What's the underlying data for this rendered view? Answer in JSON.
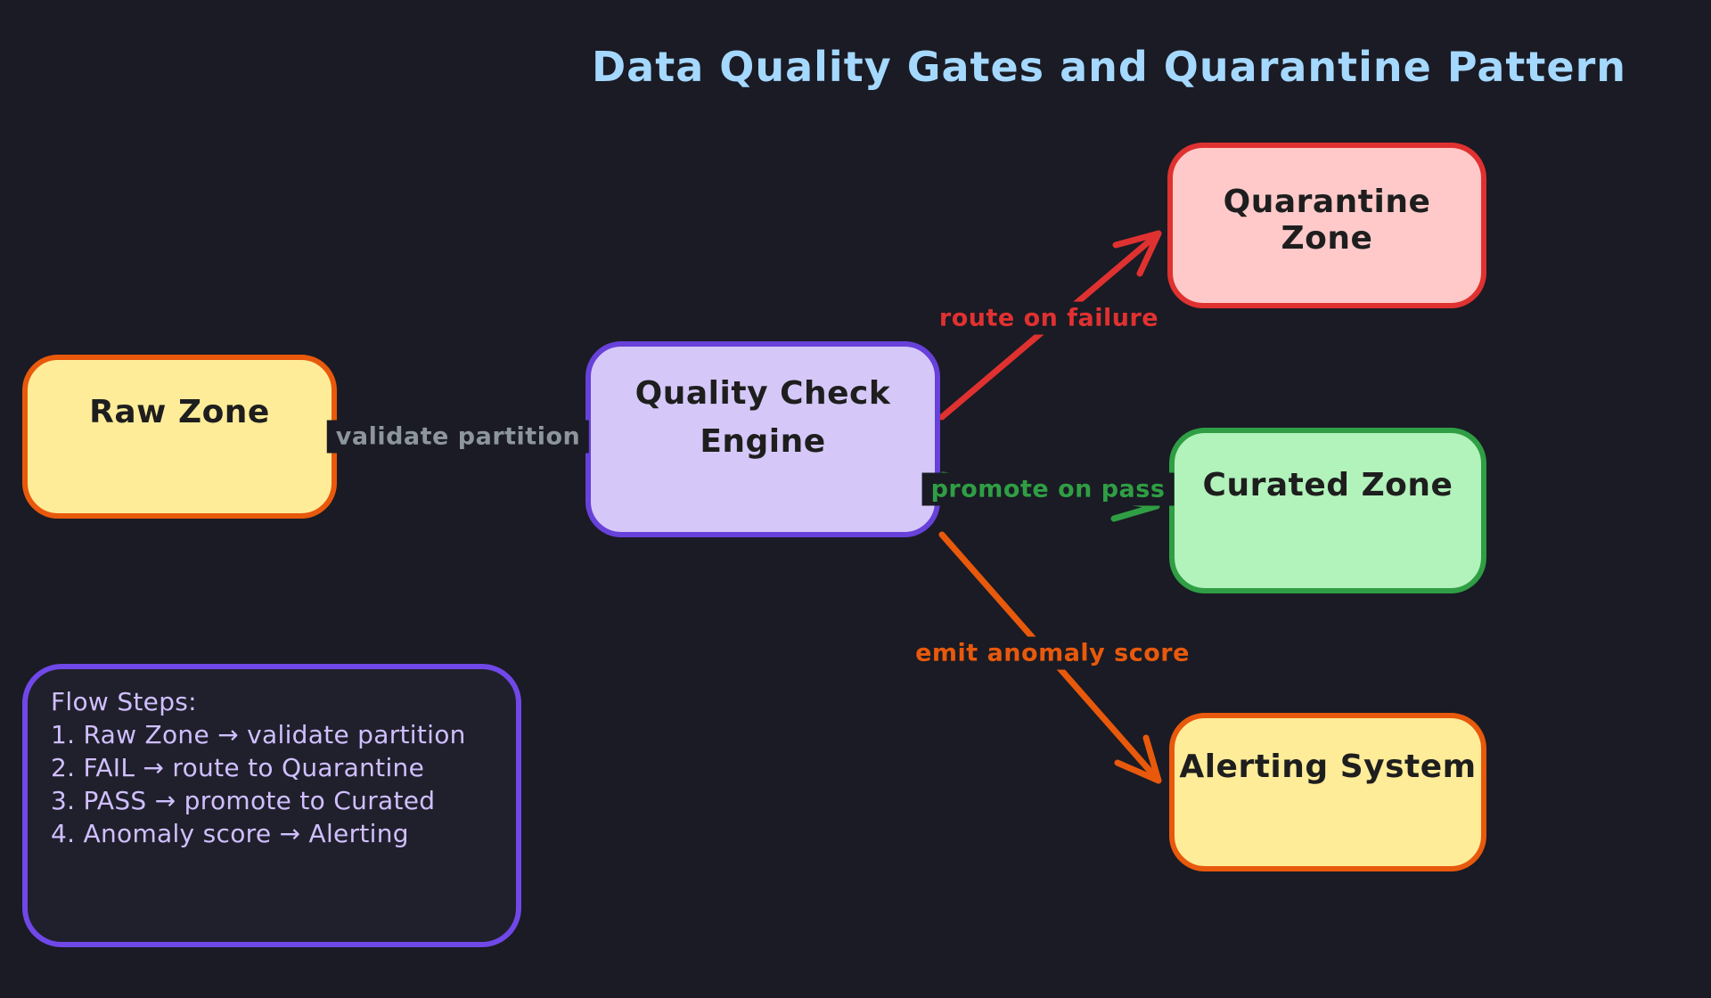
{
  "title": "Data Quality Gates and Quarantine Pattern",
  "colors": {
    "bg": "#1a1b24",
    "title": "#a5d8ff",
    "node_text": "#1e1e1e",
    "yellow_fill": "#ffec99",
    "orange_border": "#e8590c",
    "purple_fill": "#d5c8f8",
    "purple_border": "#6741d9",
    "pink_fill": "#ffc9c9",
    "red_border": "#e03131",
    "green_fill": "#b2f2bb",
    "green_border": "#2f9e44",
    "legend_fill": "#20202c",
    "legend_border": "#7048e8",
    "legend_text": "#d0bfff",
    "gray_edge": "#8d959e"
  },
  "nodes": {
    "raw_zone": {
      "label": "Raw Zone",
      "fill": "#ffec99",
      "border": "#e8590c"
    },
    "quality_check_engine": {
      "label": "Quality Check Engine",
      "fill": "#d5c8f8",
      "border": "#6741d9"
    },
    "quarantine_zone": {
      "label": "Quarantine Zone",
      "fill": "#ffc9c9",
      "border": "#e03131"
    },
    "curated_zone": {
      "label": "Curated Zone",
      "fill": "#b2f2bb",
      "border": "#2f9e44"
    },
    "alerting_system": {
      "label": "Alerting System",
      "fill": "#ffec99",
      "border": "#e8590c"
    }
  },
  "edges": {
    "validate_partition": {
      "label": "validate partition",
      "from": "Raw Zone",
      "to": "Quality Check Engine",
      "color": "#8d959e",
      "style": "dashed"
    },
    "route_on_failure": {
      "label": "route on failure",
      "from": "Quality Check Engine",
      "to": "Quarantine Zone",
      "color": "#e03131",
      "style": "solid"
    },
    "promote_on_pass": {
      "label": "promote on pass",
      "from": "Quality Check Engine",
      "to": "Curated Zone",
      "color": "#2f9e44",
      "style": "solid"
    },
    "emit_anomaly_score": {
      "label": "emit anomaly score",
      "from": "Quality Check Engine",
      "to": "Alerting System",
      "color": "#e8590c",
      "style": "solid"
    }
  },
  "legend": {
    "heading": "Flow Steps:",
    "steps": [
      "1. Raw Zone → validate partition",
      "2. FAIL → route to Quarantine",
      "3. PASS → promote to Curated",
      "4. Anomaly score → Alerting"
    ]
  }
}
